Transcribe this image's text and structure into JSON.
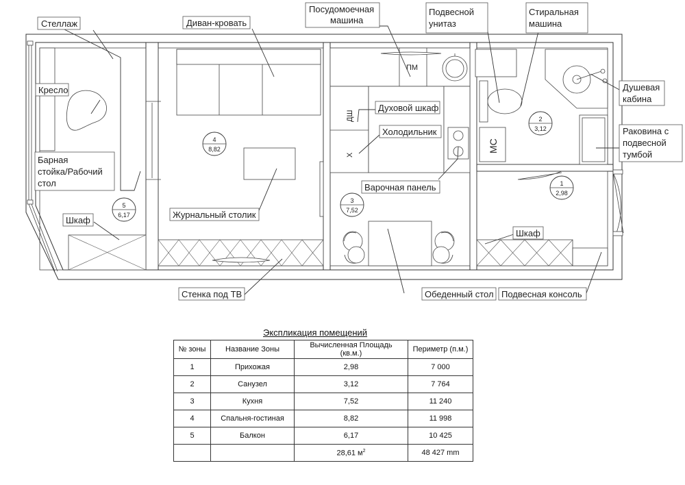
{
  "labels": {
    "stellazh": "Стеллаж",
    "divan": "Диван-кровать",
    "pm_l1": "Посудомоечная",
    "pm_l2": "машина",
    "unitaz_l1": "Подвесной",
    "unitaz_l2": "унитаз",
    "stiral_l1": "Стиральная",
    "stiral_l2": "машина",
    "kreslo": "Кресло",
    "dush_l1": "Душевая",
    "dush_l2": "кабина",
    "bar_l1": "Барная",
    "bar_l2": "стойка/Рабочий",
    "bar_l3": "стол",
    "duhovka": "Духовой шкаф",
    "holod": "Холодильник",
    "rakovina_l1": "Раковина с",
    "rakovina_l2": "подвесной",
    "rakovina_l3": "тумбой",
    "varochnaya": "Варочная панель",
    "zhurnal": "Журнальный столик",
    "shkaf_left": "Шкаф",
    "shkaf_right": "Шкаф",
    "stenka_tv": "Стенка под ТВ",
    "obed": "Обеденный стол",
    "konsol": "Подвесная консоль"
  },
  "abbr": {
    "pm": "ПМ",
    "dsh": "ДШ",
    "x": "Х",
    "ms": "МС"
  },
  "zones": [
    {
      "num": "1",
      "area": "2,98"
    },
    {
      "num": "2",
      "area": "3,12"
    },
    {
      "num": "3",
      "area": "7,52"
    },
    {
      "num": "4",
      "area": "8,82"
    },
    {
      "num": "5",
      "area": "6,17"
    }
  ],
  "table": {
    "title": "Экспликация помещений",
    "headers": {
      "num": "№ зоны",
      "name": "Название Зоны",
      "area_l1": "Вычисленная Площадь",
      "area_l2": "(кв.м.)",
      "perim": "Периметр (п.м.)"
    },
    "rows": [
      {
        "num": "1",
        "name": "Прихожая",
        "area": "2,98",
        "perim": "7 000"
      },
      {
        "num": "2",
        "name": "Санузел",
        "area": "3,12",
        "perim": "7 764"
      },
      {
        "num": "3",
        "name": "Кухня",
        "area": "7,52",
        "perim": "11 240"
      },
      {
        "num": "4",
        "name": "Спальня-гостиная",
        "area": "8,82",
        "perim": "11 998"
      },
      {
        "num": "5",
        "name": "Балкон",
        "area": "6,17",
        "perim": "10 425"
      }
    ],
    "total": {
      "area": "28,61 м",
      "area_sup": "2",
      "perim": "48 427 mm"
    }
  }
}
